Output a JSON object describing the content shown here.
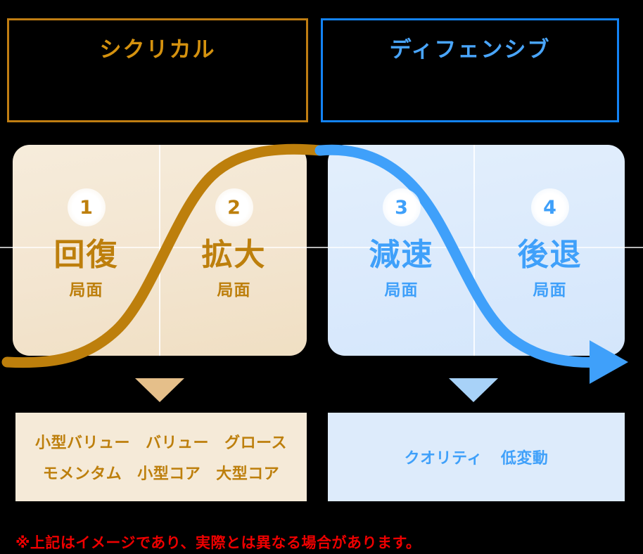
{
  "headers": [
    {
      "id": "cyclical",
      "label": "シクリカル",
      "color": "#d5920f",
      "border": "#bf7d12"
    },
    {
      "id": "defensive",
      "label": "ディフェンシブ",
      "color": "#49a5fb",
      "border": "#1383f5"
    }
  ],
  "phases": [
    {
      "number": "1",
      "title": "回復",
      "sub": "局面",
      "group": "cyclical",
      "color": "#bd7f0c"
    },
    {
      "number": "2",
      "title": "拡大",
      "sub": "局面",
      "group": "cyclical",
      "color": "#bd7f0c"
    },
    {
      "number": "3",
      "title": "減速",
      "sub": "局面",
      "group": "defensive",
      "color": "#3fa0fa"
    },
    {
      "number": "4",
      "title": "後退",
      "sub": "局面",
      "group": "defensive",
      "color": "#3fa0fa"
    }
  ],
  "curve": {
    "rising_color": "#bd7f0c",
    "falling_color": "#3fa0fa",
    "description": "景気サイクルを表すS字カーブ（上昇：シクリカル、下降：ディフェンシブ）"
  },
  "arrows": {
    "cyclical_triangle_color": "#e5bf8a",
    "defensive_triangle_color": "#a8d2f8"
  },
  "style_boxes": {
    "cyclical": {
      "background": "#f5ead8",
      "text_color": "#bd7f0c",
      "rows": [
        [
          "小型バリュー",
          "バリュー",
          "グロース"
        ],
        [
          "モメンタム",
          "小型コア",
          "大型コア"
        ]
      ]
    },
    "defensive": {
      "background": "#ddebfb",
      "text_color": "#3fa0fa",
      "rows": [
        [
          "クオリティ",
          "低変動"
        ]
      ]
    }
  },
  "footnote": {
    "text": "※上記はイメージであり、実際とは異なる場合があります。",
    "color": "#ee0000"
  }
}
